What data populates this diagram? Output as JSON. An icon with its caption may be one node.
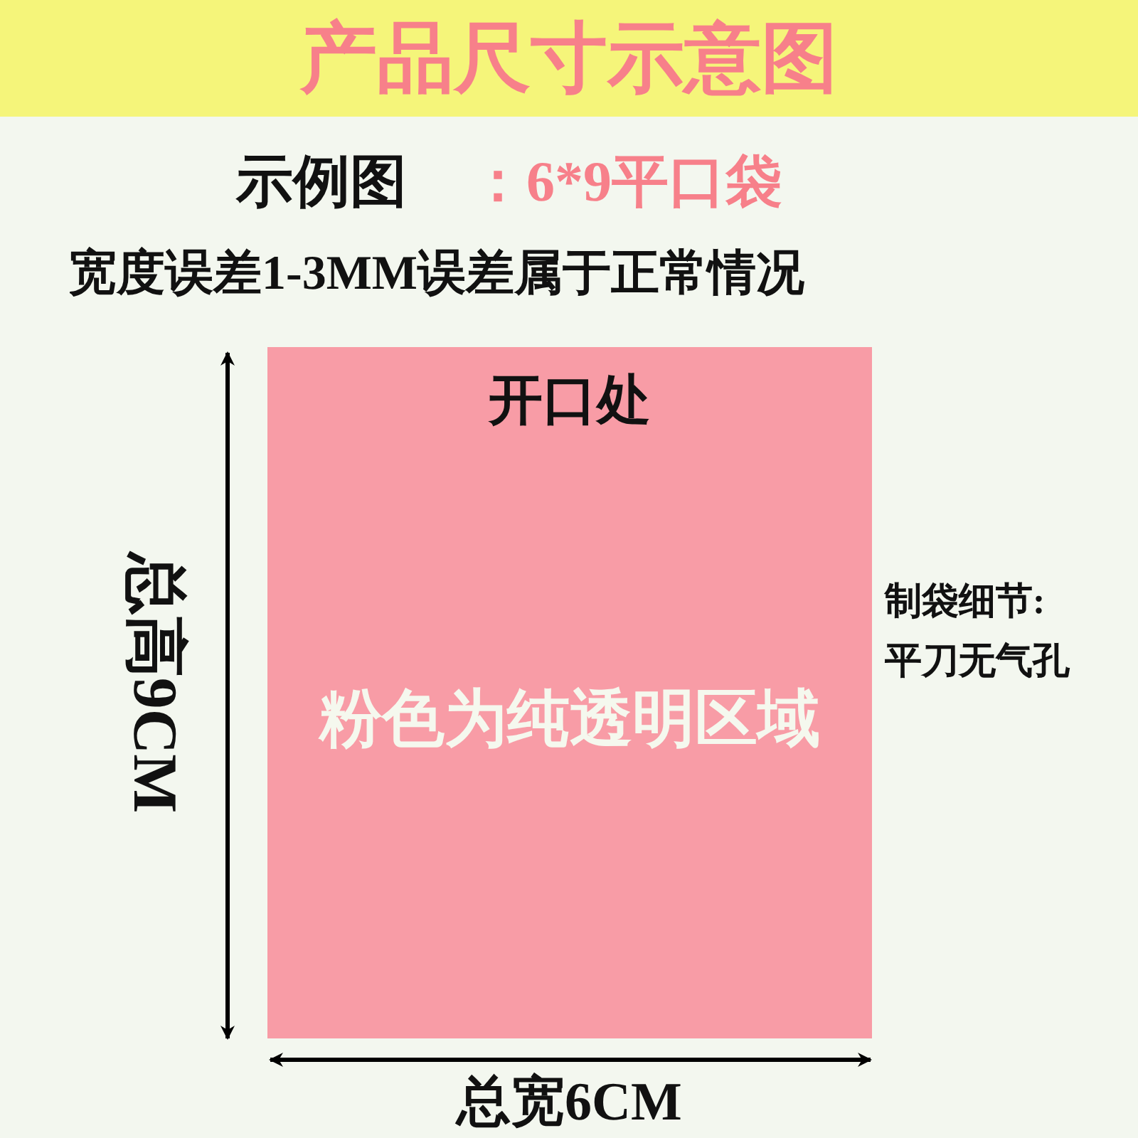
{
  "diagram": {
    "title": "产品尺寸示意图",
    "nodes": [
      {
        "text": [
          "开口处",
          "粉色为纯透明区域"
        ]
      }
    ],
    "labels": [
      "示例图",
      "：6*9平口袋",
      "宽度误差1-3MM误差属于正常情况",
      "总高9CM",
      "总宽6CM",
      "制袋细节:",
      "平刀无气孔"
    ]
  }
}
